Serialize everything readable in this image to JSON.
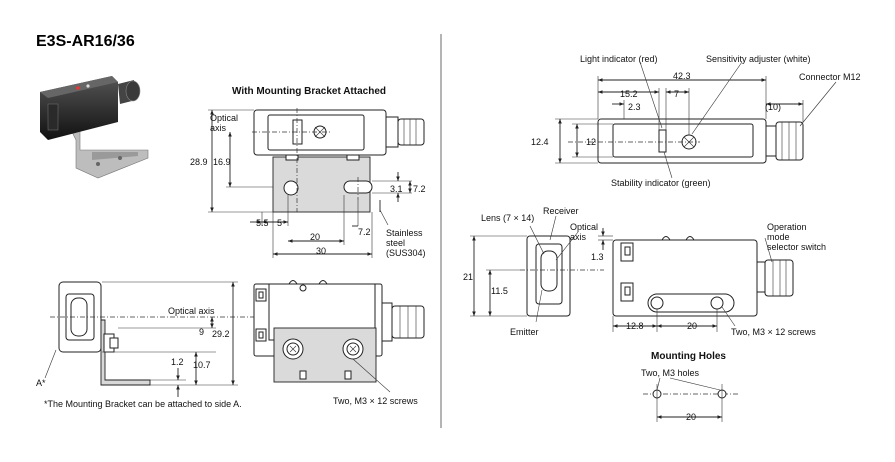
{
  "title": "E3S-AR16/36",
  "bracket_view": {
    "heading": "With Mounting Bracket Attached",
    "optical_axis": "Optical\naxis",
    "dim_28_9": "28.9",
    "dim_16_9": "16.9",
    "dim_3_1": "3.1",
    "dim_7_2a": "7.2",
    "dim_7_2b": "7.2",
    "dim_5_5": "5.5",
    "dim_5": "5",
    "dim_20": "20",
    "dim_30": "30",
    "stainless": "Stainless\nsteel\n(SUS304)"
  },
  "side_view": {
    "optical_axis": "Optical axis",
    "dim_9": "9",
    "dim_29_2": "29.2",
    "dim_1_2": "1.2",
    "dim_10_7": "10.7",
    "side_a": "A*",
    "screws": "Two, M3 × 12 screws",
    "footnote": "*The Mounting Bracket can be attached to side A."
  },
  "top_view": {
    "light_indicator": "Light indicator (red)",
    "sensitivity_adjuster": "Sensitivity adjuster (white)",
    "connector": "Connector M12",
    "dim_42_3": "42.3",
    "dim_15_2": "15.2",
    "dim_7": "7",
    "dim_2_3": "2.3",
    "dim_10": "(10)",
    "dim_12_4": "12.4",
    "dim_12": "12",
    "stability_indicator": "Stability indicator (green)"
  },
  "front_view": {
    "lens": "Lens (7 × 14)",
    "receiver": "Receiver",
    "optical_axis": "Optical\naxis",
    "operation_selector": "Operation\nmode\nselector switch",
    "dim_21": "21",
    "dim_11_5": "11.5",
    "dim_1_3": "1.3",
    "emitter": "Emitter",
    "dim_12_8": "12.8",
    "dim_20": "20",
    "screws": "Two, M3 × 12 screws"
  },
  "mounting_holes": {
    "heading": "Mounting Holes",
    "holes": "Two, M3 holes",
    "dim_20": "20"
  }
}
